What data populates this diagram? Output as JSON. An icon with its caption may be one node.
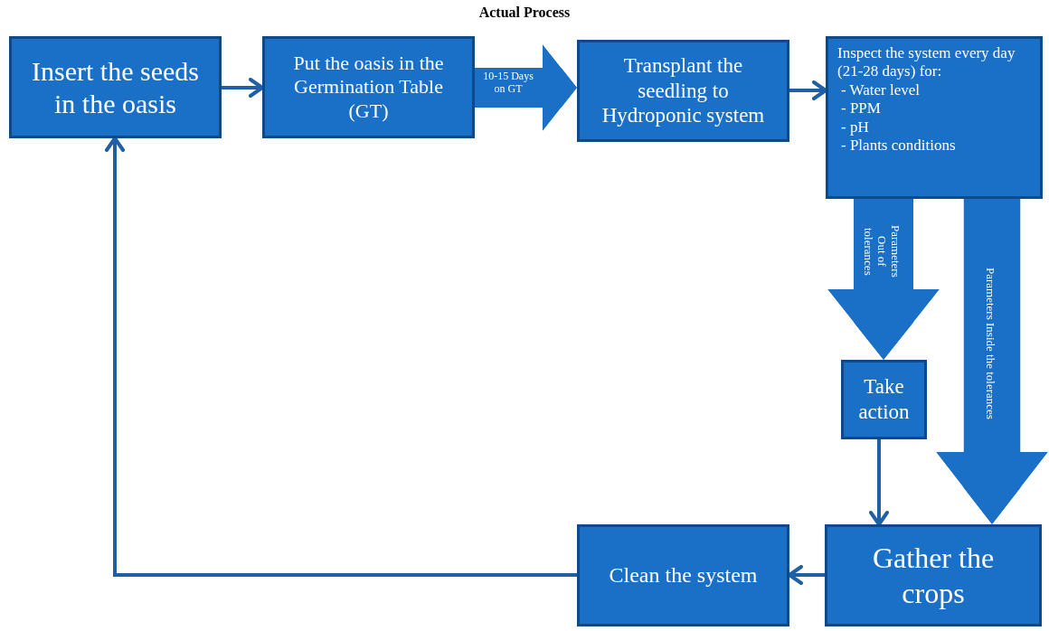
{
  "diagram": {
    "title": "Actual Process",
    "nodes": [
      {
        "text": [
          "Insert the seeds in the oasis"
        ]
      },
      {
        "text": [
          "Put the oasis in the Germination Table (GT)"
        ]
      },
      {
        "text": [
          "Transplant the seedling to Hydroponic system"
        ]
      },
      {
        "text": [
          "Inspect the system every day (21-28 days) for:",
          "- Water level",
          "- PPM",
          "- pH",
          "- Plants conditions"
        ]
      },
      {
        "text": [
          "Take action"
        ]
      },
      {
        "text": [
          "Clean the system"
        ]
      },
      {
        "text": [
          "Gather the crops"
        ]
      }
    ],
    "edges": [
      {
        "from": 0,
        "to": 1,
        "arrow": "to"
      },
      {
        "from": 1,
        "to": 2,
        "arrow": "to",
        "label": "10-15 Days on GT",
        "style": "thick"
      },
      {
        "from": 2,
        "to": 3,
        "arrow": "to"
      },
      {
        "from": 3,
        "to": 4,
        "arrow": "to",
        "label": "Parameters Out of tolerances",
        "style": "thick"
      },
      {
        "from": 3,
        "to": 6,
        "arrow": "to",
        "label": "Parameters Inside the tolerances",
        "style": "thick"
      },
      {
        "from": 4,
        "to": 6,
        "arrow": "to"
      },
      {
        "from": 6,
        "to": 5,
        "arrow": "to"
      },
      {
        "from": 5,
        "to": 0,
        "arrow": "to"
      }
    ]
  }
}
